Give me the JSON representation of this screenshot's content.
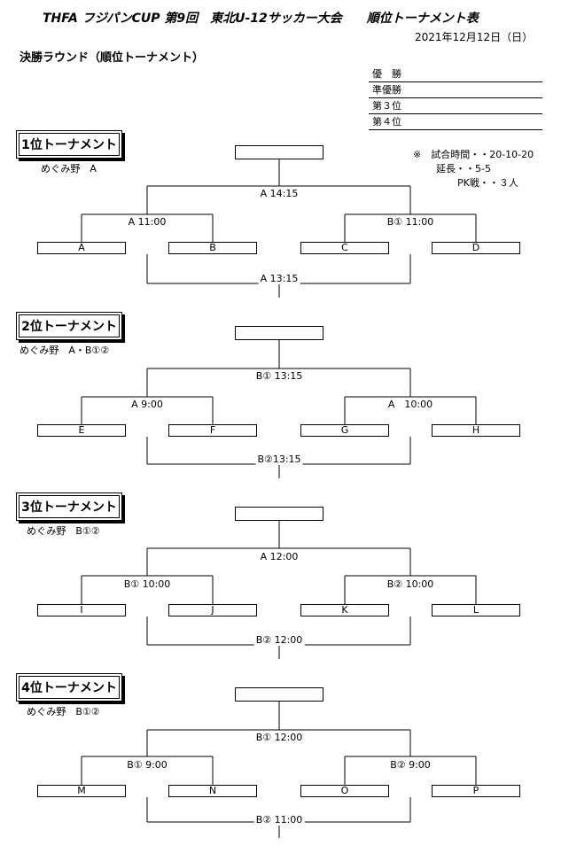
{
  "header": {
    "title": "THFA フジパンCUP 第9回　東北U-12サッカー大会　　順位トーナメント表",
    "date": "2021年12月12日（日）",
    "round": "決勝ラウンド（順位トーナメント）"
  },
  "ranking": [
    "優　勝",
    "準優勝",
    "第３位",
    "第４位"
  ],
  "rules": {
    "line1": "※　試合時間・・20-10-20",
    "line2": "延長・・5-5",
    "line3": "PK戦・・３人"
  },
  "tournaments": [
    {
      "title": "1位トーナメント",
      "venue": "めぐみ野　A",
      "final": "A 14:15",
      "semi_left": "A 11:00",
      "semi_right": "B① 11:00",
      "teams": [
        "A",
        "B",
        "C",
        "D"
      ],
      "third": "A 13:15"
    },
    {
      "title": "2位トーナメント",
      "venue": "めぐみ野　A・B①②",
      "final": "B① 13:15",
      "semi_left": "A 9:00",
      "semi_right": "A　10:00",
      "teams": [
        "E",
        "F",
        "G",
        "H"
      ],
      "third": "B②13:15"
    },
    {
      "title": "3位トーナメント",
      "venue": "めぐみ野　B①②",
      "final": "A 12:00",
      "semi_left": "B① 10:00",
      "semi_right": "B② 10:00",
      "teams": [
        "I",
        "J",
        "K",
        "L"
      ],
      "third": "B② 12:00"
    },
    {
      "title": "4位トーナメント",
      "venue": "めぐみ野　B①②",
      "final": "B① 12:00",
      "semi_left": "B① 9:00",
      "semi_right": "B② 9:00",
      "teams": [
        "M",
        "N",
        "O",
        "P"
      ],
      "third": "B② 11:00"
    }
  ]
}
